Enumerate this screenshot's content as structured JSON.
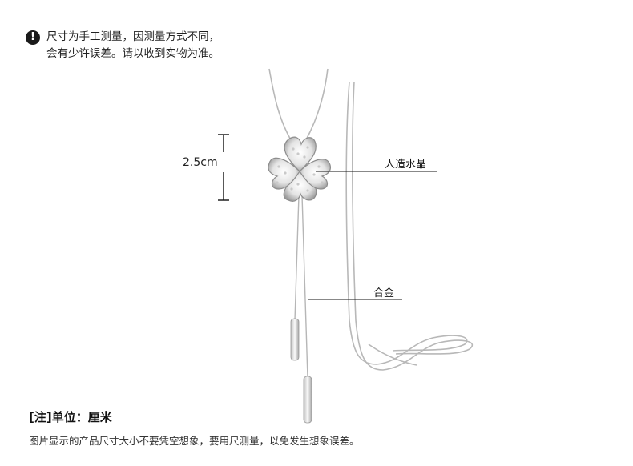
{
  "notice": {
    "line1": "尺寸为手工测量，因测量方式不同，",
    "line2": "会有少许误差。请以收到实物为准。"
  },
  "dimension": {
    "label": "2.5cm"
  },
  "callouts": {
    "crystal": "人造水晶",
    "alloy": "合金"
  },
  "footer": {
    "title": "[注]单位：厘米",
    "note": "图片显示的产品尺寸大小不要凭空想象，要用尺测量，以免发生想象误差。"
  }
}
